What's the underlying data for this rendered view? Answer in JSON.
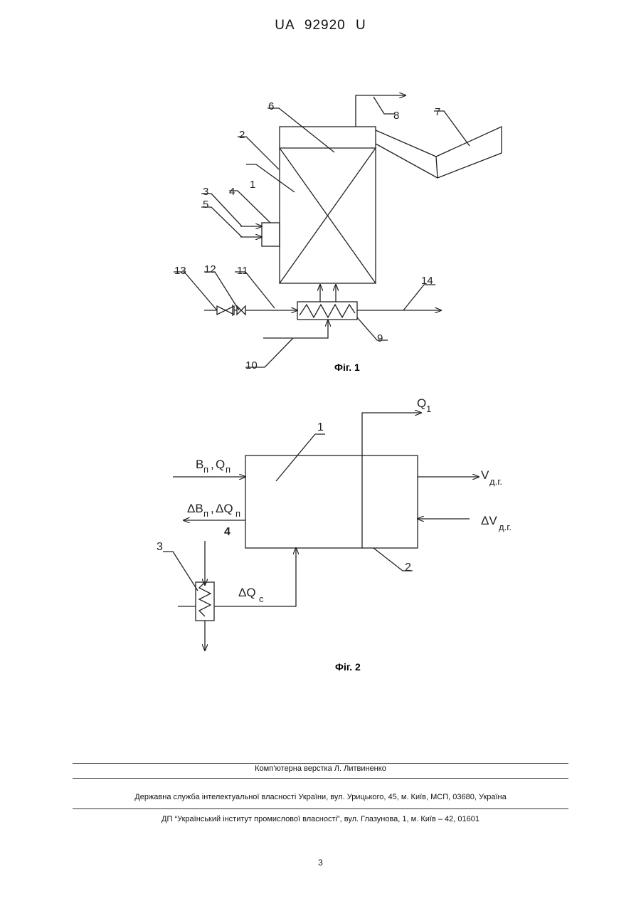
{
  "header": {
    "patent_id": "UA   92920   U"
  },
  "figure1": {
    "caption": "Фіг. 1",
    "labels": [
      "1",
      "2",
      "3",
      "4",
      "5",
      "6",
      "7",
      "8",
      "9",
      "10",
      "11",
      "12",
      "13",
      "14"
    ]
  },
  "figure2": {
    "caption": "Фіг. 2",
    "labels": {
      "q1": "Q",
      "q1_sub": "1",
      "block1": "1",
      "block2": "2",
      "b_left": "B",
      "b_left_sub": "п",
      "b_left_comma": ",",
      "q_left": "Q",
      "q_left_sub": "п",
      "db_left": "ΔB",
      "db_left_sub": "п",
      "db_left_comma": ",",
      "dq_left": "ΔQ",
      "dq_left_sub": "п",
      "v_right": "V",
      "v_right_sub": "д.г.",
      "dv_right": "ΔV",
      "dv_right_sub": "д.г.",
      "exch3": "3",
      "exch4": "4",
      "dqc": "ΔQ",
      "dqc_sub": "c"
    }
  },
  "footer": {
    "line1": "Комп’ютерна верстка Л. Литвиненко",
    "line2": "Державна служба інтелектуальної власності України, вул. Урицького, 45, м. Київ, МСП, 03680, Україна",
    "line3": "ДП “Український інститут промислової власності”, вул. Глазунова, 1, м. Київ – 42, 01601"
  },
  "page_number": "3"
}
